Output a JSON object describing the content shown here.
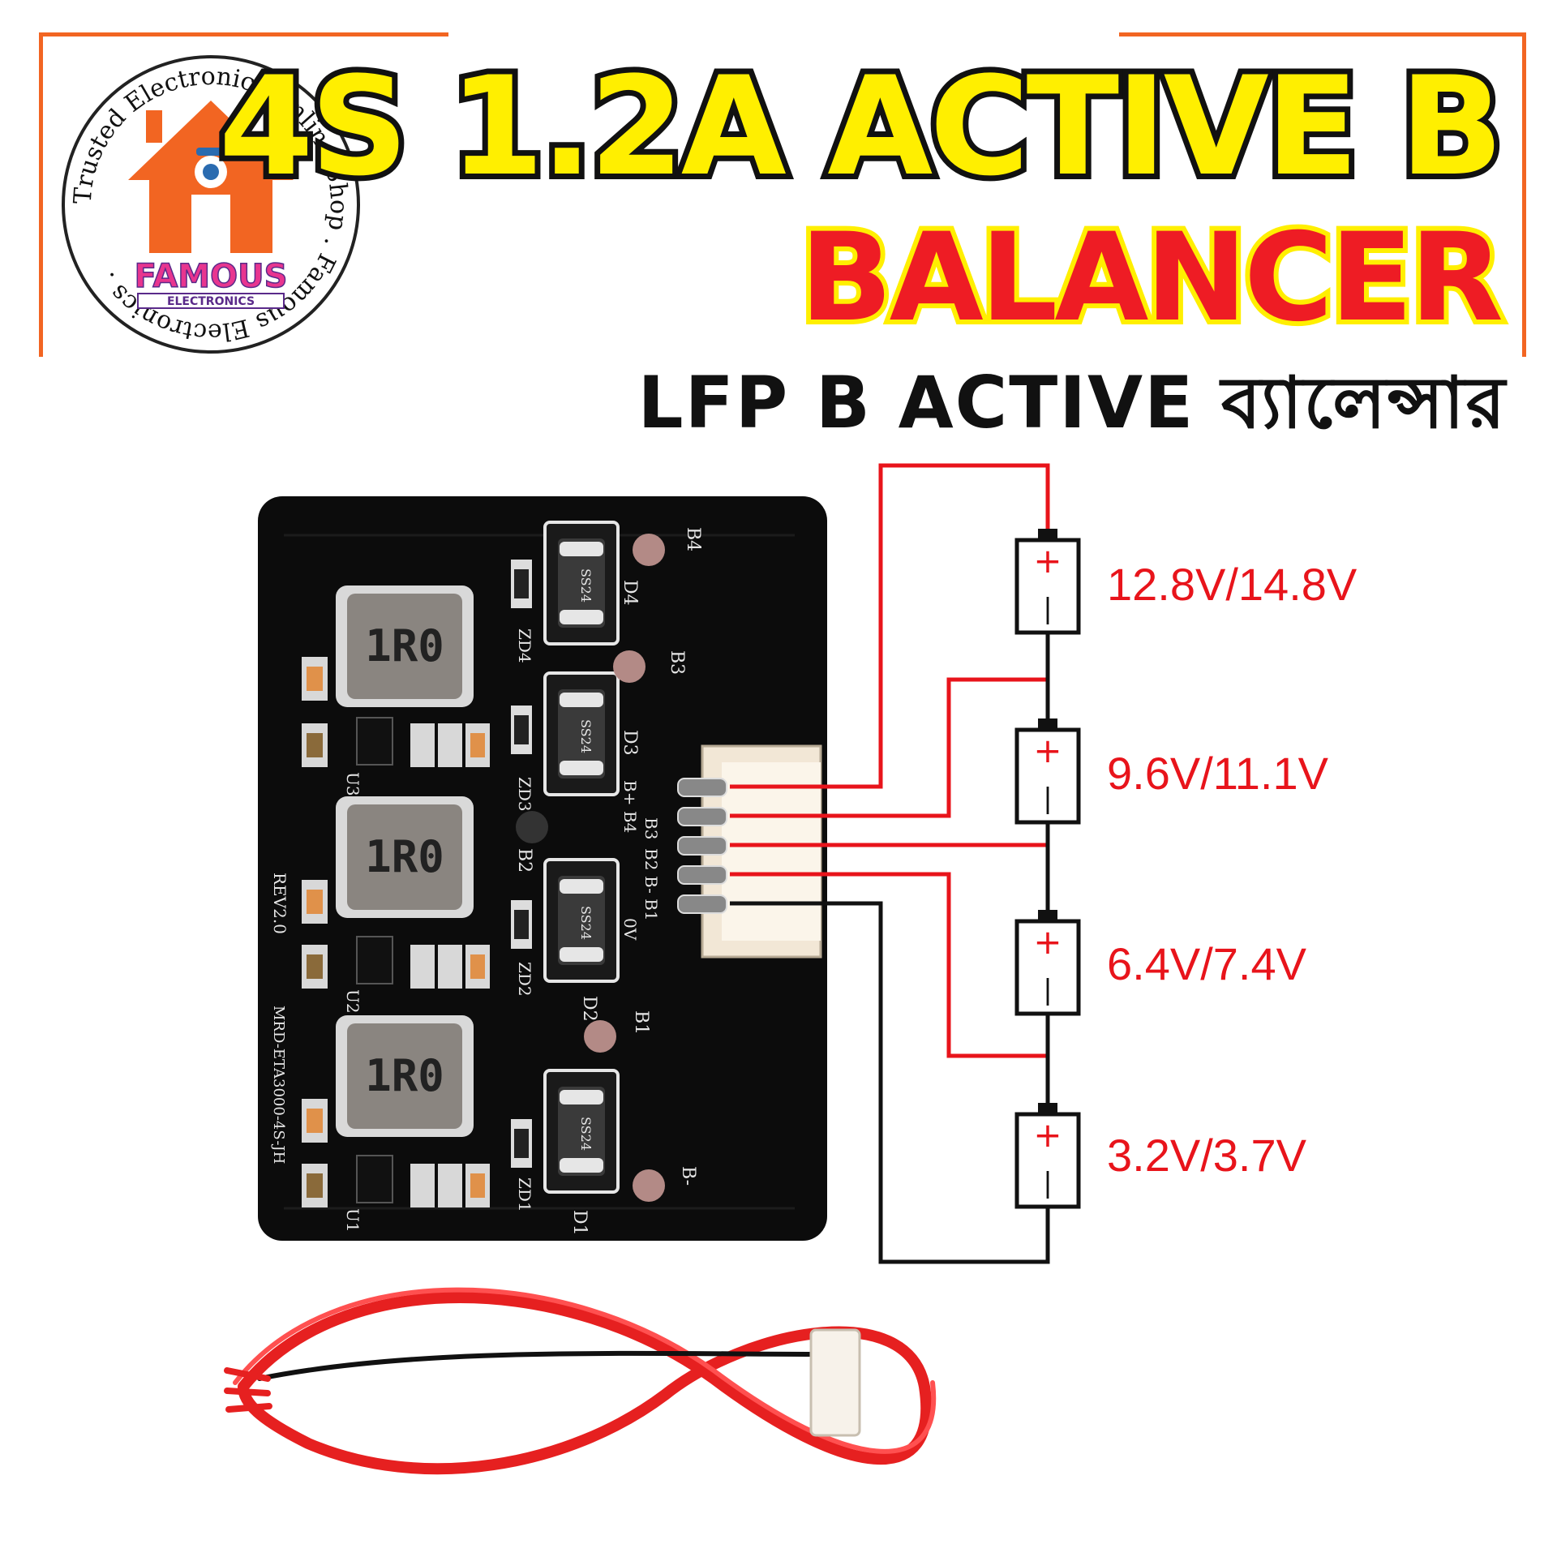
{
  "shop": {
    "ring_text": "Trusted Electronics Online Shop . Famous Electronics .",
    "brand": "FAMOUS",
    "brand_sub": "ELECTRONICS"
  },
  "heading": {
    "line1": "4S 1.2A ACTIVE B",
    "line2": "BALANCER",
    "subtitle": "LFP B ACTIVE ব্যালেন্সার"
  },
  "board": {
    "inductors": [
      "1R0",
      "1R0",
      "1R0"
    ],
    "diodes": [
      "SS24",
      "SS24",
      "SS24",
      "SS24"
    ],
    "silkscreen": {
      "d4": "D4",
      "d3": "D3",
      "d2": "D2",
      "d1": "D1",
      "zd4": "ZD4",
      "zd3": "ZD3",
      "zd2": "ZD2",
      "zd1": "ZD1",
      "u3": "U3",
      "u2": "U2",
      "u1": "U1",
      "b4": "B4",
      "b3": "B3",
      "b2": "B2",
      "b1": "B1",
      "bminus": "B-",
      "rev": "REV2.0",
      "model": "MRD-ETA3000-4S-JH",
      "pins": [
        "B+ B4",
        "B3",
        "B2",
        "B- B1",
        "0V"
      ]
    }
  },
  "cells": [
    {
      "voltage": "12.8V/14.8V",
      "plus": "+",
      "minus": "|"
    },
    {
      "voltage": "9.6V/11.1V",
      "plus": "+",
      "minus": "|"
    },
    {
      "voltage": "6.4V/7.4V",
      "plus": "+",
      "minus": "|"
    },
    {
      "voltage": "3.2V/3.7V",
      "plus": "+",
      "minus": "|"
    }
  ],
  "colors": {
    "accent_orange": "#f26522",
    "title_yellow": "#ffef00",
    "title_red": "#ee1c24",
    "wire_red": "#e8141b",
    "pcb_black": "#0c0c0c"
  }
}
